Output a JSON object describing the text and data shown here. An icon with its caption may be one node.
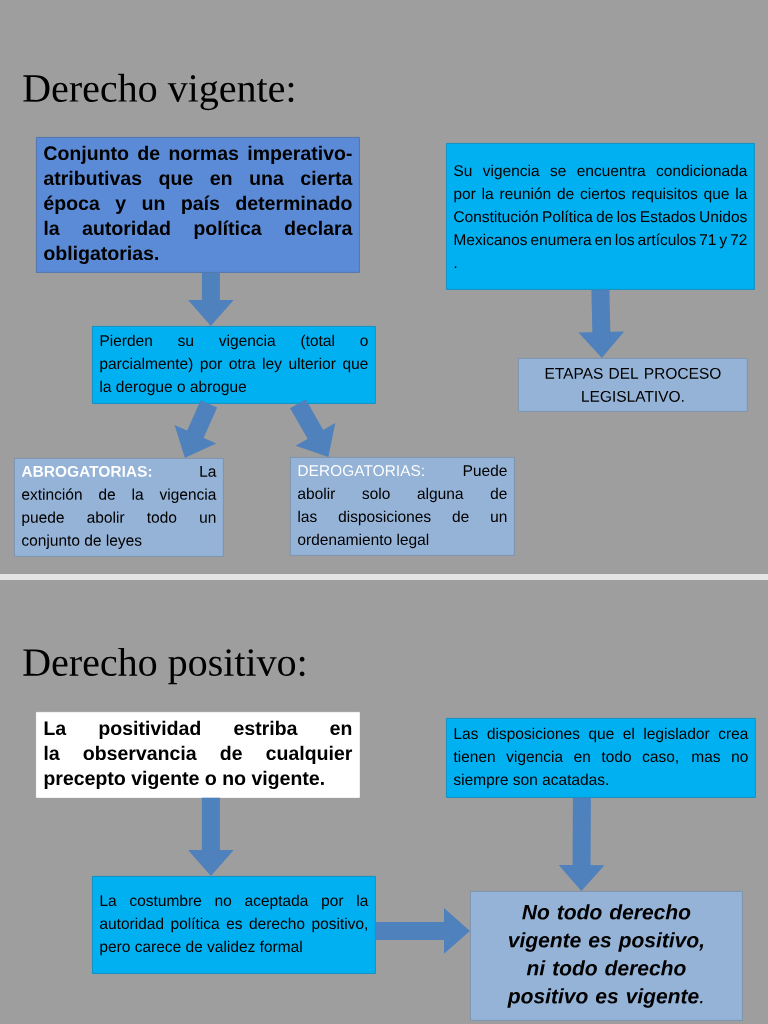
{
  "diagram": {
    "title": "Derecho vigente:",
    "nodes": [
      {
        "text": [
          "Conjunto de normas imperativo-atributivas que en una cierta época y un país determinado la autoridad política declara obligatorias."
        ]
      },
      {
        "text": [
          "Pierden su vigencia (total o parcialmente) por otra ley ulterior que la derogue o abrogue"
        ]
      },
      {
        "text": [
          "ABROGATORIAS:",
          "La extinción de la vigencia puede abolir todo un conjunto de leyes"
        ]
      },
      {
        "text": [
          "DEROGATORIAS:",
          "Puede abolir solo alguna de las disposiciones de un ordenamiento legal"
        ]
      },
      {
        "text": [
          "Su vigencia se encuentra condicionada por la reunión de ciertos requisitos que la Constitución Política de los Estados Unidos Mexicanos enumera en los artículos 71 y 72 ."
        ]
      },
      {
        "text": [
          "ETAPAS DEL PROCESO LEGISLATIVO."
        ]
      },
      {
        "text": [
          "La positividad estriba en la observancia de cualquier precepto vigente o no vigente."
        ]
      },
      {
        "text": [
          "Las disposiciones que el legislador crea tienen vigencia en todo caso, mas no siempre son acatadas."
        ]
      },
      {
        "text": [
          "La costumbre no aceptada por la autoridad política es derecho positivo, pero carece de validez formal"
        ]
      },
      {
        "text": [
          "**No todo derecho vigente es positivo, ni todo derecho positivo es vigente**."
        ]
      }
    ],
    "edges": [
      {
        "from": 0,
        "to": 1,
        "arrow": "to"
      },
      {
        "from": 1,
        "to": 2,
        "arrow": "to"
      },
      {
        "from": 1,
        "to": 3,
        "arrow": "to"
      },
      {
        "from": 4,
        "to": 5,
        "arrow": "to"
      },
      {
        "from": 6,
        "to": 8,
        "arrow": "to"
      },
      {
        "from": 7,
        "to": 9,
        "arrow": "to"
      },
      {
        "from": 8,
        "to": 9,
        "arrow": "to"
      }
    ],
    "labels": [
      "Derecho positivo:"
    ]
  }
}
